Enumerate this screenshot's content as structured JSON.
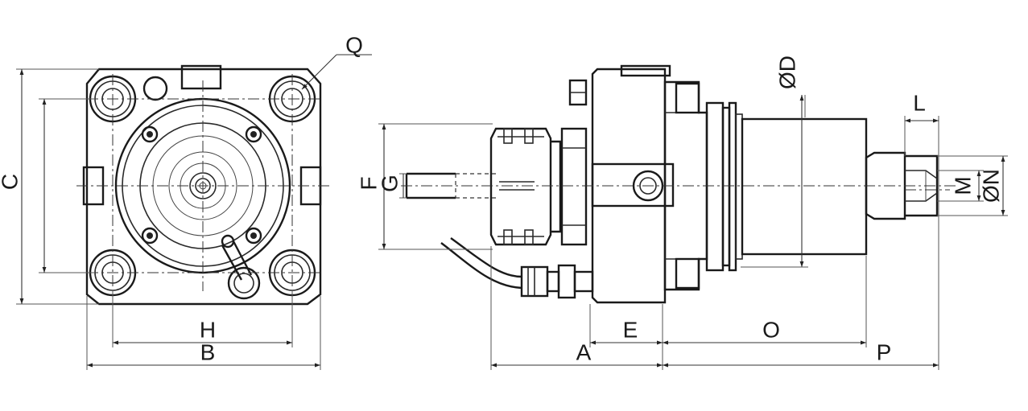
{
  "labels": {
    "B": "B",
    "H": "H",
    "C": "C",
    "Q": "Q",
    "A": "A",
    "E": "E",
    "O": "O",
    "P": "P",
    "F": "F",
    "G": "G",
    "D": "ØD",
    "L": "L",
    "M": "M",
    "N": "ØN"
  }
}
